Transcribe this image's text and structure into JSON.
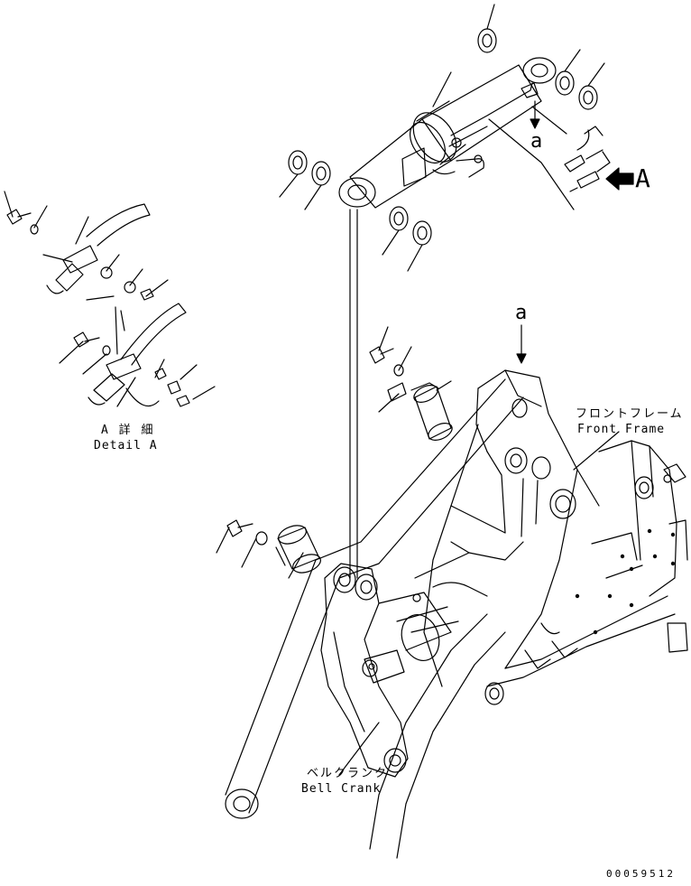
{
  "labels": {
    "ref_a_top": "a",
    "ref_a_frame": "a",
    "view_A": "A",
    "detail_jp": "A 詳 細",
    "detail_en": "Detail A",
    "front_frame_jp": "フロントフレーム",
    "front_frame_en": "Front Frame",
    "bell_crank_jp": "ベルクランク",
    "bell_crank_en": "Bell Crank",
    "doc_number": "00059512"
  },
  "icons": {
    "view_arrow": "view-direction-arrow-icon"
  },
  "colors": {
    "ink": "#000000",
    "paper": "#ffffff"
  }
}
